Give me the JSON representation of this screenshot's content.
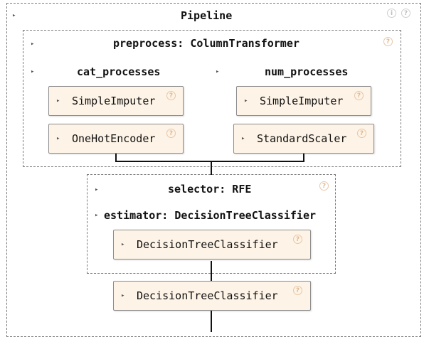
{
  "pipeline": {
    "title": "Pipeline",
    "help": "?",
    "info": "i"
  },
  "preprocess": {
    "title": "preprocess: ColumnTransformer",
    "help": "?"
  },
  "cat_processes": {
    "title": "cat_processes",
    "steps": [
      {
        "label": "SimpleImputer",
        "help": "?"
      },
      {
        "label": "OneHotEncoder",
        "help": "?"
      }
    ]
  },
  "num_processes": {
    "title": "num_processes",
    "steps": [
      {
        "label": "SimpleImputer",
        "help": "?"
      },
      {
        "label": "StandardScaler",
        "help": "?"
      }
    ]
  },
  "selector": {
    "title": "selector: RFE",
    "help": "?",
    "estimator_title": "estimator: DecisionTreeClassifier",
    "estimator_label": "DecisionTreeClassifier",
    "estimator_help": "?"
  },
  "final_step": {
    "label": "DecisionTreeClassifier",
    "help": "?"
  },
  "icons": {
    "caret": "▸"
  }
}
